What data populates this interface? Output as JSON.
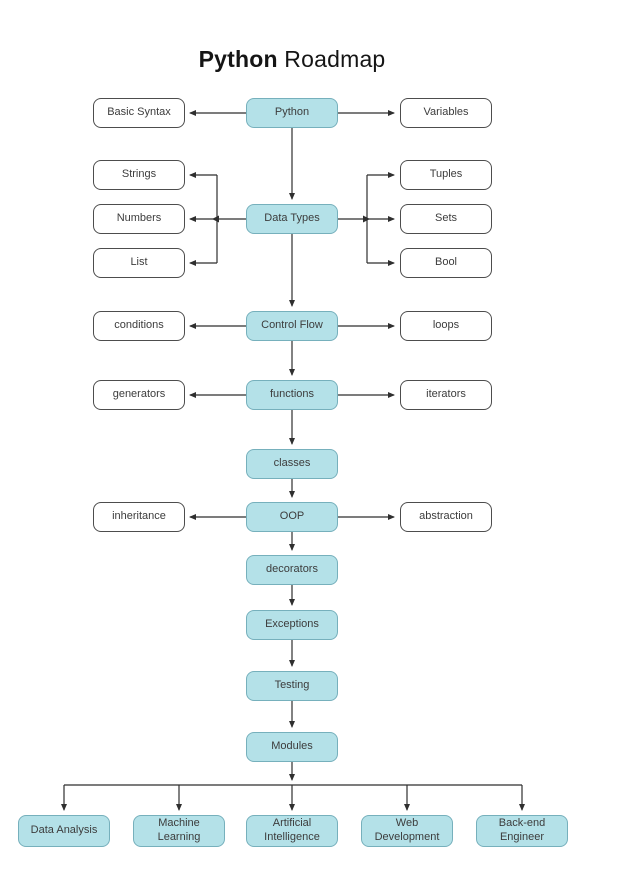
{
  "title": {
    "bold": "Python",
    "regular": "Roadmap"
  },
  "colors": {
    "primary_node_fill": "#b4e1e8",
    "primary_node_border": "#76b0bc",
    "plain_node_fill": "#ffffff",
    "plain_node_border": "#4d4d4d",
    "connector": "#2f2f2f",
    "background": "#ffffff"
  },
  "nodes": {
    "python": {
      "label": "Python"
    },
    "basic_syntax": {
      "label": "Basic Syntax"
    },
    "variables": {
      "label": "Variables"
    },
    "strings": {
      "label": "Strings"
    },
    "numbers": {
      "label": "Numbers"
    },
    "list": {
      "label": "List"
    },
    "data_types": {
      "label": "Data Types"
    },
    "tuples": {
      "label": "Tuples"
    },
    "sets": {
      "label": "Sets"
    },
    "bool": {
      "label": "Bool"
    },
    "conditions": {
      "label": "conditions"
    },
    "control_flow": {
      "label": "Control Flow"
    },
    "loops": {
      "label": "loops"
    },
    "generators": {
      "label": "generators"
    },
    "functions": {
      "label": "functions"
    },
    "iterators": {
      "label": "iterators"
    },
    "classes": {
      "label": "classes"
    },
    "inheritance": {
      "label": "inheritance"
    },
    "oop": {
      "label": "OOP"
    },
    "abstraction": {
      "label": "abstraction"
    },
    "decorators": {
      "label": "decorators"
    },
    "exceptions": {
      "label": "Exceptions"
    },
    "testing": {
      "label": "Testing"
    },
    "modules": {
      "label": "Modules"
    },
    "data_analysis": {
      "label": "Data Analysis"
    },
    "machine_learning": {
      "label": "Machine Learning"
    },
    "artificial_intelligence": {
      "label": "Artificial Intelligence"
    },
    "web_development": {
      "label": "Web Development"
    },
    "backend_engineer": {
      "label": "Back-end Engineer"
    }
  }
}
